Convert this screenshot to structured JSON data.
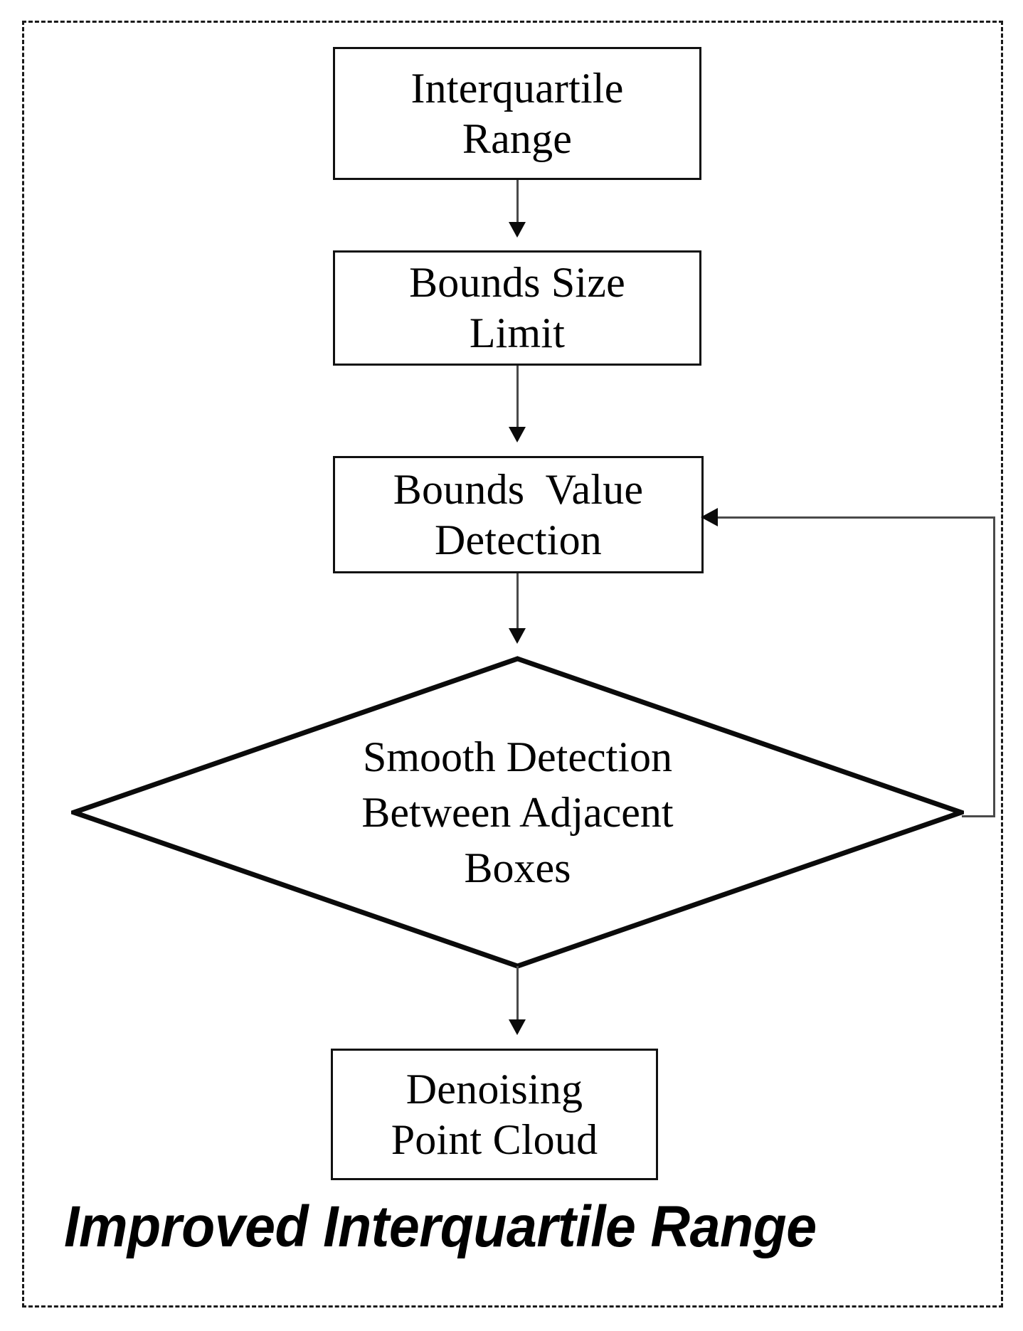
{
  "diagram": {
    "caption": "Improved Interquartile Range",
    "border_style": "dashed",
    "border_color": "#1a1a1a",
    "node_border_color": "#111111",
    "connector_color": "#4a4a4a",
    "arrowhead_color": "#0b0b0b",
    "background": "#ffffff"
  },
  "nodes": {
    "interquartile_range": {
      "type": "process",
      "line1": "Interquartile",
      "line2": "Range"
    },
    "bounds_size_limit": {
      "type": "process",
      "line1": "Bounds Size",
      "line2": "Limit"
    },
    "bounds_value_detection": {
      "type": "process",
      "line1": "Bounds  Value",
      "line2": "Detection"
    },
    "smooth_detection": {
      "type": "decision",
      "line1": "Smooth Detection",
      "line2": "Between Adjacent",
      "line3": "Boxes"
    },
    "denoising_point_cloud": {
      "type": "process",
      "line1": "Denoising",
      "line2": "Point Cloud"
    }
  },
  "edges": [
    {
      "id": "e1",
      "from": "interquartile_range",
      "to": "bounds_size_limit",
      "direction": "down",
      "label": ""
    },
    {
      "id": "e2",
      "from": "bounds_size_limit",
      "to": "bounds_value_detection",
      "direction": "down",
      "label": ""
    },
    {
      "id": "e3",
      "from": "bounds_value_detection",
      "to": "smooth_detection",
      "direction": "down",
      "label": ""
    },
    {
      "id": "e4",
      "from": "smooth_detection",
      "to": "denoising_point_cloud",
      "direction": "down",
      "label": ""
    },
    {
      "id": "e5",
      "from": "smooth_detection",
      "to": "bounds_value_detection",
      "direction": "feedback-right-up-left",
      "label": ""
    }
  ]
}
